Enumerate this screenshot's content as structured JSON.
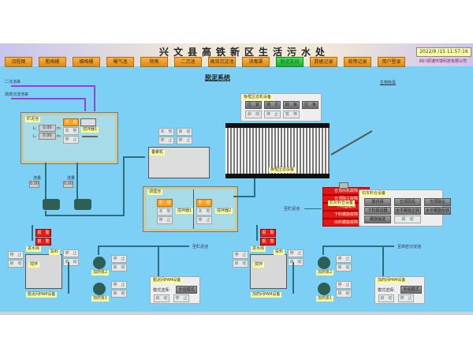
{
  "header": {
    "title": "兴文县高铁新区生活污水处",
    "clock": "2022/9 /15   11:57:16",
    "company": "四川辰谨环境科技有限公司"
  },
  "nav": [
    {
      "label": "流程图",
      "active": false
    },
    {
      "label": "粗格栅",
      "active": false
    },
    {
      "label": "细格栅",
      "active": false
    },
    {
      "label": "曝气池",
      "active": false
    },
    {
      "label": "除臭",
      "active": false
    },
    {
      "label": "二沉池",
      "active": false
    },
    {
      "label": "高效沉淀池",
      "active": false
    },
    {
      "label": "消毒渠",
      "active": false
    },
    {
      "label": "脱泥车间",
      "active": true
    },
    {
      "label": "数据记录",
      "active": false
    },
    {
      "label": "故障记录",
      "active": false
    },
    {
      "label": "用户登录",
      "active": false
    }
  ],
  "page_title": "脱泥系统",
  "links": {
    "bio_deodor": "生物除臭",
    "sludge_in1": "二沉池来",
    "sludge_in2": "高效沉淀池来"
  },
  "storage_tank": {
    "label": "贮泥池",
    "levels": [
      {
        "prefix": "L:",
        "value": "0.00",
        "unit": "m"
      },
      {
        "prefix": "L:",
        "value": "0.00",
        "unit": "m"
      }
    ],
    "buttons": [
      "手　动",
      "本　地",
      "停　止"
    ],
    "mixer_label": "搅拌器1"
  },
  "flow": [
    {
      "label": "流量",
      "value": "0.00"
    },
    {
      "label": "流量",
      "value": "0.00"
    }
  ],
  "screw": {
    "label": "叠螺机",
    "buttons": [
      "本　地",
      "启　动",
      "停　止",
      "停　止"
    ]
  },
  "conditioning_tank": {
    "label": "调理池",
    "units": [
      {
        "buttons": [
          "手　动",
          "本　地",
          "停　止"
        ],
        "mixer": "搅拌器1"
      },
      {
        "buttons": [
          "手　动",
          "本　地",
          "停　止"
        ],
        "mixer": "搅拌器2"
      }
    ]
  },
  "press_panel": {
    "title": "板框压滤机设备",
    "status": [
      "压　紧",
      "通　讯",
      "取　板",
      "拉　板"
    ],
    "controls": [
      "启　动",
      "停　止",
      "暂　停"
    ]
  },
  "press_label": "板框压滤设备",
  "lime": {
    "label": "石灰料仓设备",
    "bricks": [
      "仓顶风机故障",
      "仓顶除尘故障",
      "下料器故障",
      "下料螺旋故障",
      "出料螺旋故障"
    ],
    "panel_title": "石灰料仓设备",
    "panel_buttons": [
      "破拱阀",
      "仓顶风机",
      "仓顶除尘",
      "下料振动器",
      "水平螺旋正转",
      "水平螺旋反转",
      "螺旋输送",
      "启　动"
    ],
    "outlet": "至贮泥池"
  },
  "left_pam": {
    "inlet_valve": "进水阀",
    "alarms": [
      "报　警",
      "报　警"
    ],
    "feeder": "投料",
    "mixer": "搅拌",
    "device_label": "脱泥间PAM设备",
    "stop_start": [
      "停　止",
      "启　动"
    ],
    "feeder_btns": [
      "停　止",
      "启　动"
    ],
    "pumps": [
      {
        "label": "加药泵2",
        "buttons": [
          "停　止",
          "启　动"
        ]
      },
      {
        "label": "加药泵1",
        "buttons": [
          "停　止",
          "启　动"
        ]
      }
    ],
    "outlet": "至贮泥池",
    "panel": {
      "title": "脱泥间PAM设备",
      "mode_label": "模式选择:",
      "mode_value": "手动模式",
      "buttons": [
        "启　动",
        "停　止"
      ]
    }
  },
  "right_pam": {
    "inlet_valve": "进水阀",
    "alarms": [
      "报　警",
      "报　警"
    ],
    "feeder": "投料",
    "mixer": "搅拌",
    "device_label": "加药间PAM设备",
    "stop_start": [
      "停　止",
      "启　动"
    ],
    "feeder_btns": [
      "停　止",
      "启　动"
    ],
    "pumps": [
      {
        "label": "加药泵2",
        "buttons": [
          "停　止",
          "启　动"
        ]
      },
      {
        "label": "加药泵1",
        "buttons": [
          "停　止",
          "启　动"
        ]
      }
    ],
    "outlet": "至高密沉淀池",
    "panel": {
      "title": "加药间PAM设备",
      "mode_label": "模式选择:",
      "mode_value": "手动模式",
      "buttons": [
        "启　动",
        "停　止"
      ]
    }
  }
}
